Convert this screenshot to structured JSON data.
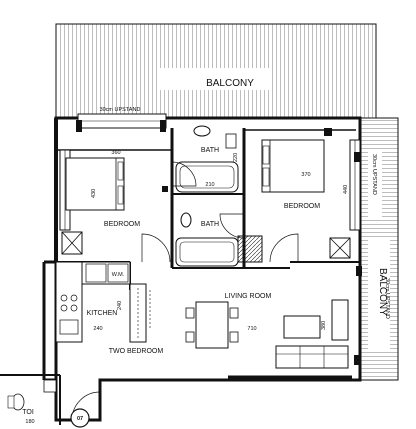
{
  "plan": {
    "rooms": {
      "balcony_top": "BALCONY",
      "balcony_right": "BALCONY",
      "bath_upper": "BATH",
      "bath_lower": "BATH",
      "bedroom_left": "BEDROOM",
      "bedroom_right": "BEDROOM",
      "kitchen": "KITCHEN",
      "living_room": "LIVING ROOM",
      "unit_type": "TWO BEDROOM",
      "toilet": "TOI"
    },
    "notes": {
      "upstand_top": "30cm UPSTAND",
      "upstand_right_inner": "30cm UPSTAND",
      "upstand_right_outer": "30cm UPSTAND",
      "wm": "W.M."
    },
    "dimensions": {
      "bed_left_w": "360",
      "bed_left_h": "430",
      "bath_upper_h": "220",
      "bath_upper_w": "210",
      "bed_right_w": "370",
      "bed_right_h": "440",
      "kitchen_h": "240",
      "kitchen_w": "240",
      "living_w": "710",
      "living_h": "380",
      "toilet_w": "180"
    },
    "unit_number": "07"
  }
}
